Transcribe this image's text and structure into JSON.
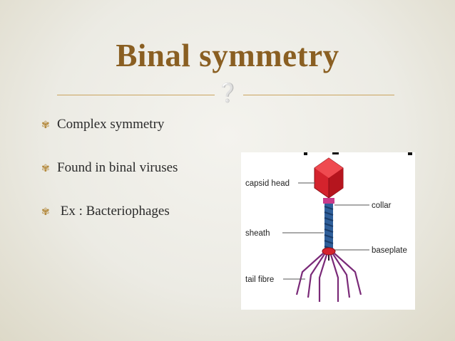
{
  "slide": {
    "title": "Binal symmetry",
    "bullets": [
      "Complex symmetry",
      "Found in binal viruses",
      " Ex : Bacteriophages"
    ]
  },
  "figure": {
    "labels": {
      "capsid_head": "capsid head",
      "collar": "collar",
      "sheath": "sheath",
      "baseplate": "baseplate",
      "tail_fibre": "tail fibre"
    }
  },
  "colors": {
    "title": "#8a5f22",
    "accent": "#b48a3e",
    "capsid": "#d4232d",
    "sheath": "#2f5f9a",
    "fibre": "#7a2a78"
  },
  "icons": {
    "bullet": "ornament-icon",
    "divider": "ornament-icon"
  }
}
